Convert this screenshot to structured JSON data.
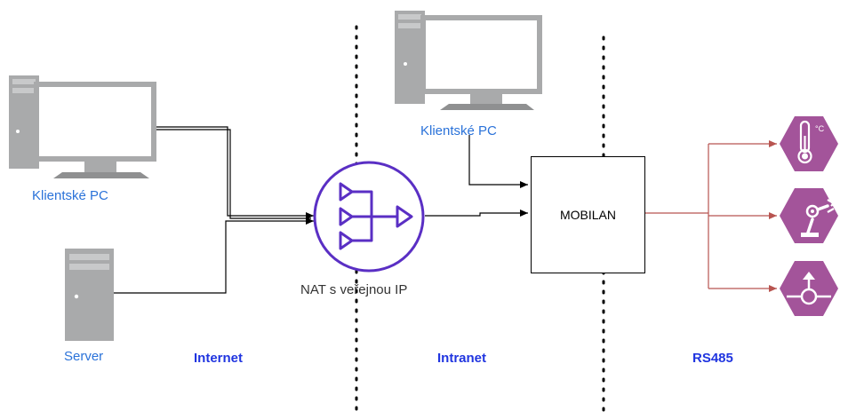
{
  "nodes": {
    "client_pc_left": {
      "label": "Klientské PC"
    },
    "client_pc_top": {
      "label": "Klientské PC"
    },
    "server": {
      "label": "Server"
    },
    "nat": {
      "label": "NAT s veřejnou IP"
    },
    "mobilan": {
      "label": "MOBILAN"
    }
  },
  "zones": {
    "internet": "Internet",
    "intranet": "Intranet",
    "rs485": "RS485"
  },
  "devices": [
    {
      "icon": "thermometer-sensor-icon",
      "unit": "°C"
    },
    {
      "icon": "robot-arm-icon"
    },
    {
      "icon": "valve-icon"
    }
  ],
  "colors": {
    "label_blue": "#2a72d9",
    "zone_blue": "#2035e0",
    "nat_purple": "#5a2fc4",
    "device_purple": "#a3549a",
    "rs485_line": "#b85450",
    "pc_gray": "#a9aaab"
  }
}
